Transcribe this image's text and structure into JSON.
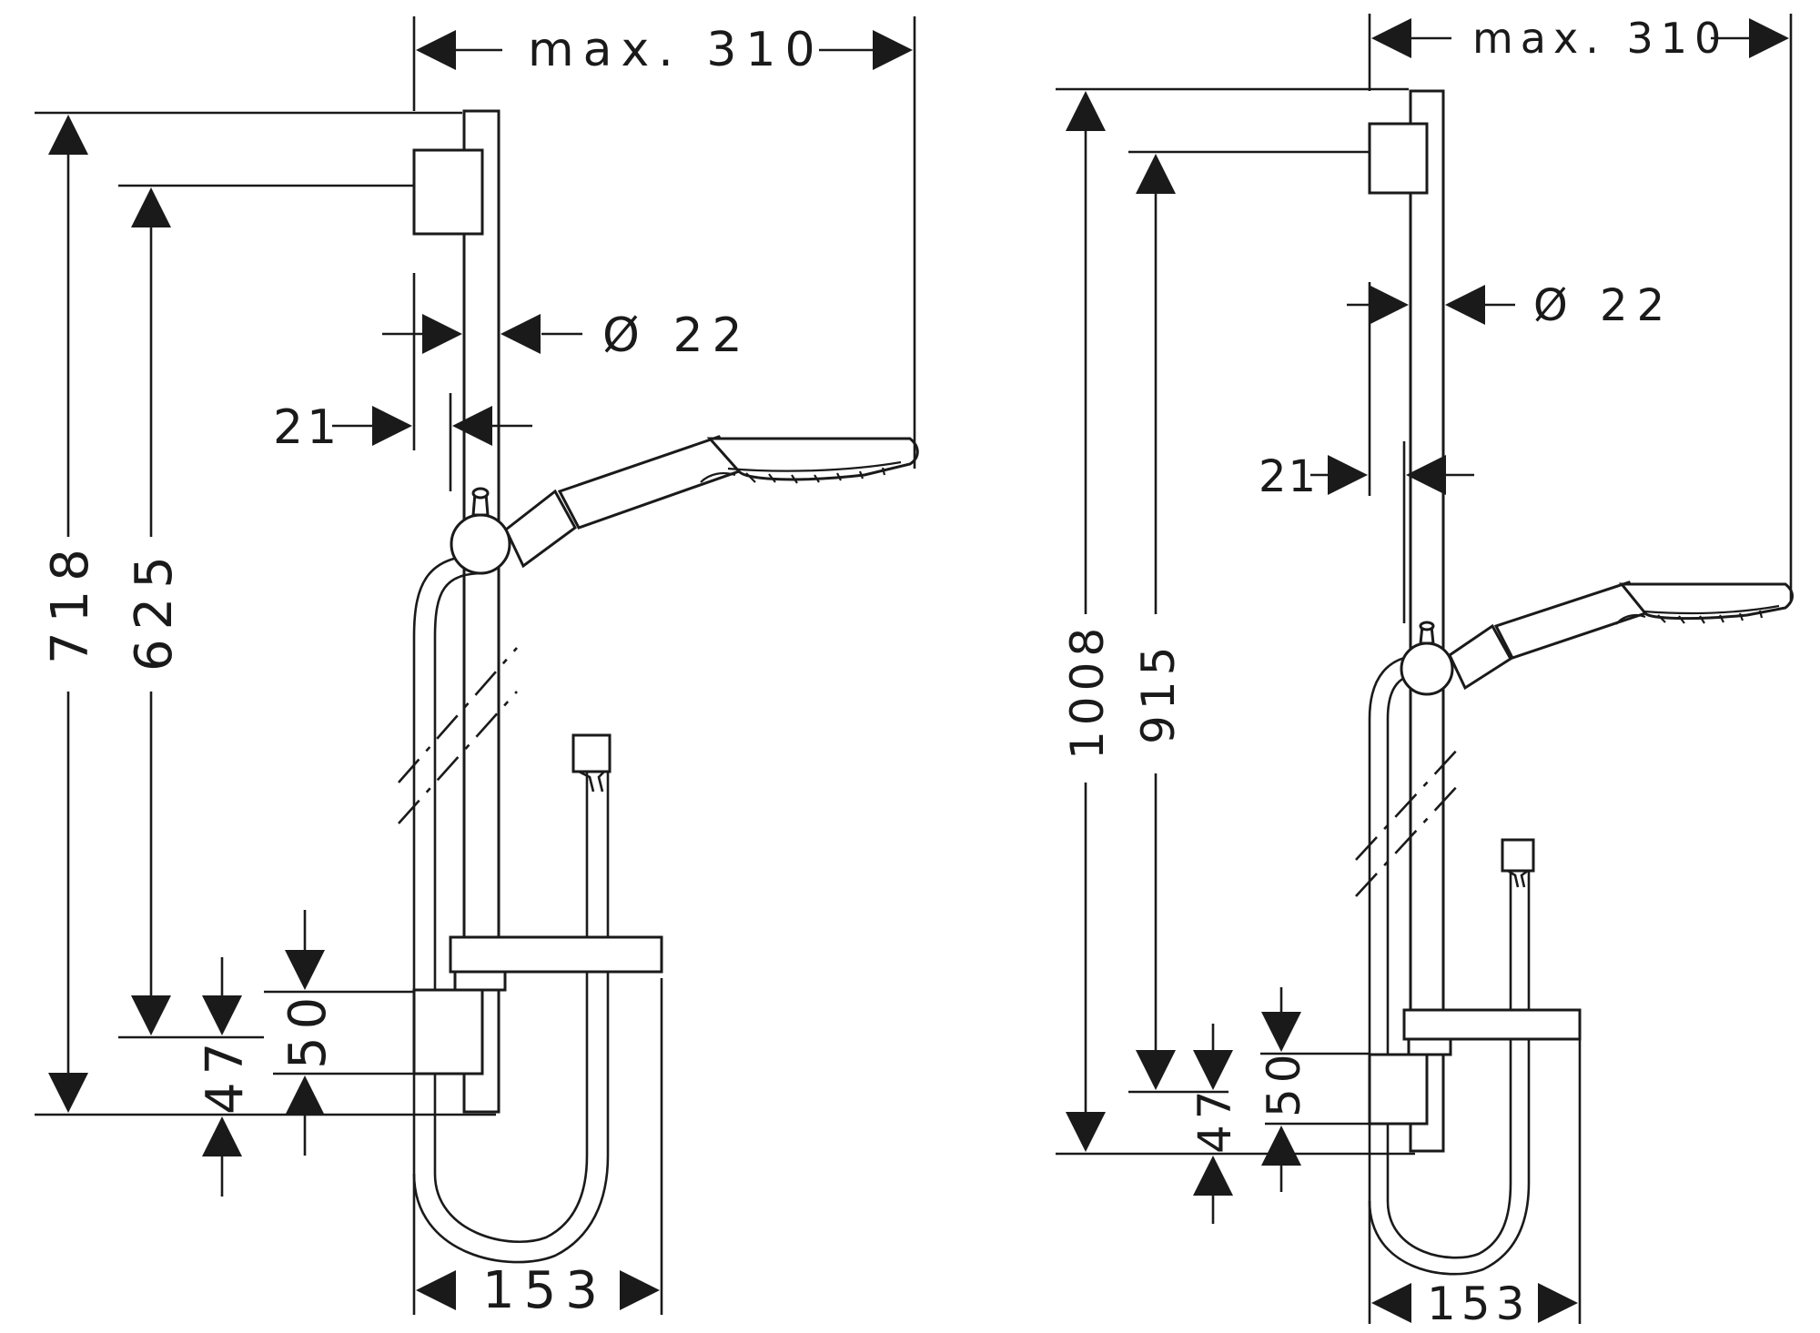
{
  "colors": {
    "line": "#1a1a1a",
    "background": "#ffffff"
  },
  "left_drawing": {
    "width_max": "max. 310",
    "pipe_diameter": "Ø 22",
    "wall_distance": "21",
    "total_height": "718",
    "bracket_distance": "625",
    "bracket_offset": "47",
    "bracket_size": "50",
    "hose_width": "153"
  },
  "right_drawing": {
    "width_max": "max. 310",
    "pipe_diameter": "Ø 22",
    "wall_distance": "21",
    "total_height": "1008",
    "bracket_distance": "915",
    "bracket_offset": "47",
    "bracket_size": "50",
    "hose_width": "153"
  }
}
